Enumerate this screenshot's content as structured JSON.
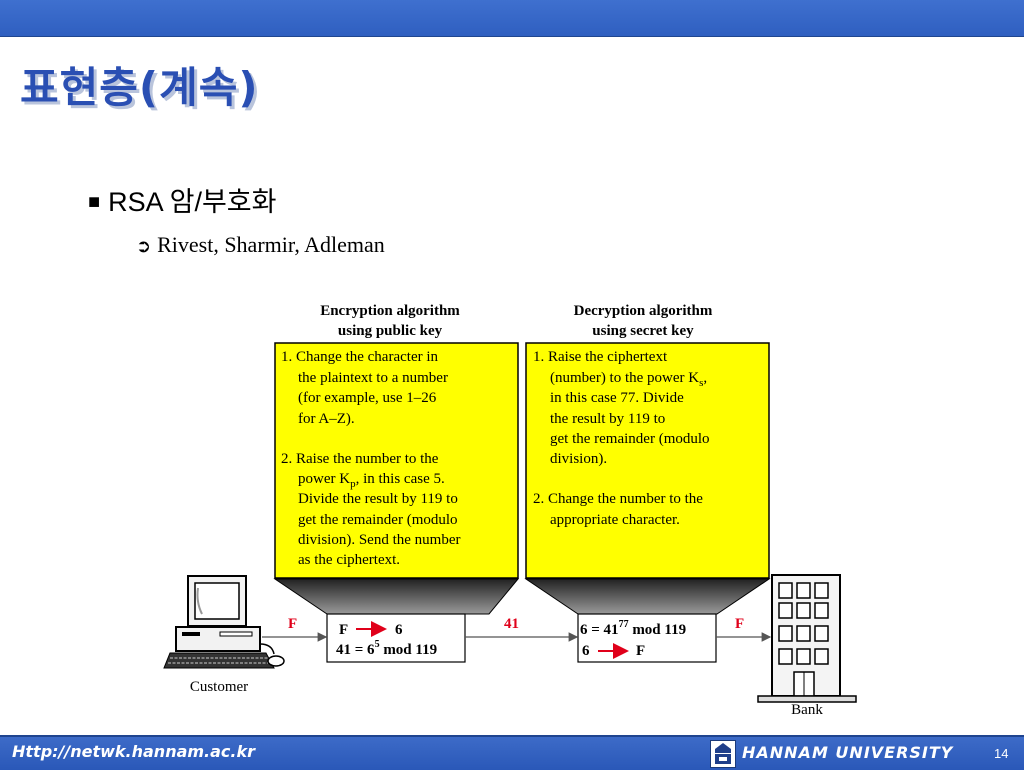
{
  "slide": {
    "title": "표현층(계속)",
    "bullet": "RSA 암/부호화",
    "sub_bullet": "Rivest, Sharmir, Adleman"
  },
  "diagram": {
    "encryption": {
      "heading_1": "Encryption algorithm",
      "heading_2": "using public key",
      "lines": [
        "1. Change the character in",
        "the plaintext to a number",
        "(for example, use 1–26",
        "for A–Z).",
        "2. Raise the number to the",
        "power K",
        "p",
        ", in this case 5.",
        "Divide the result by 119 to",
        "get the remainder (modulo",
        "division). Send the number",
        "as the ciphertext."
      ]
    },
    "decryption": {
      "heading_1": "Decryption algorithm",
      "heading_2": "using secret key",
      "lines": [
        "1. Raise the ciphertext",
        "(number) to the power K",
        "s",
        ",",
        "in this case 77.  Divide",
        "the result by 119 to",
        "get the remainder (modulo",
        "division).",
        "2. Change the number to the",
        "appropriate character."
      ]
    },
    "enc_result": {
      "row1_left": "F",
      "row1_right": "6",
      "row2_prefix": "41 = 6",
      "row2_exp": "5",
      "row2_suffix": " mod 119"
    },
    "dec_result": {
      "row1_prefix": "6 = 41",
      "row1_exp": "77",
      "row1_suffix": " mod 119",
      "row2_left": "6",
      "row2_right": "F"
    },
    "flow_labels": {
      "plain_in": "F",
      "cipher": "41",
      "plain_out": "F"
    },
    "customer_label": "Customer",
    "bank_label": "Bank"
  },
  "footer": {
    "url": "Http://netwk.hannam.ac.kr",
    "university": "HANNAM  UNIVERSITY",
    "page": "14"
  },
  "colors": {
    "header_blue": "#3060c4",
    "title_blue": "#2a4fb3",
    "box_yellow": "#ffff00",
    "label_red": "#e0001a"
  }
}
